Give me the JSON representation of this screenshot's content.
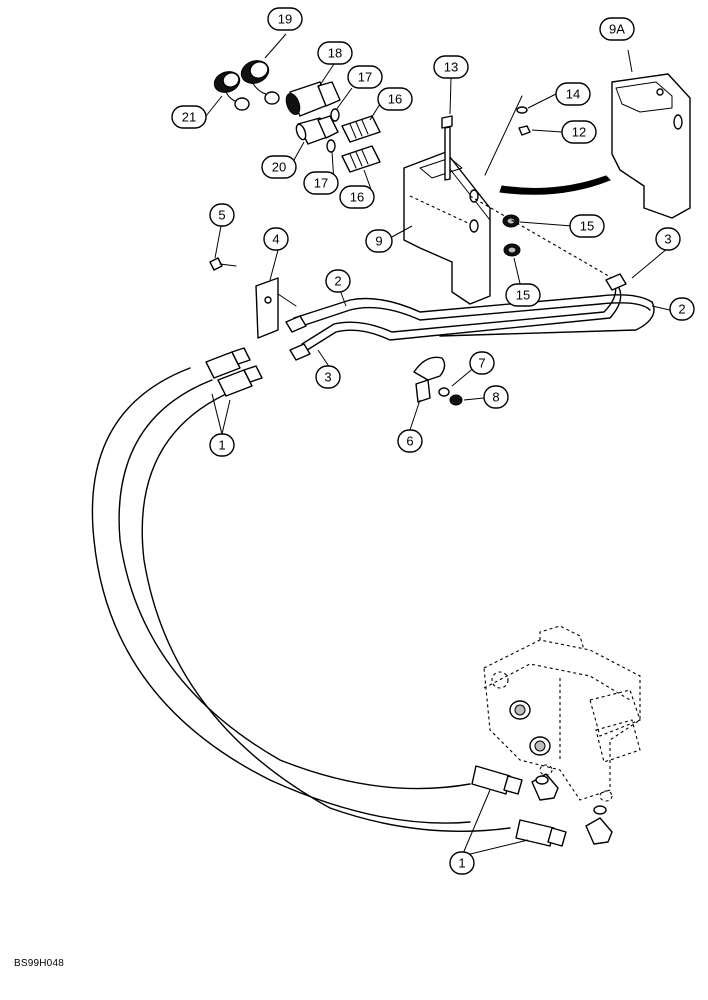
{
  "callouts": {
    "c19": "19",
    "c18": "18",
    "c17a": "17",
    "c16a": "16",
    "c13": "13",
    "c14": "14",
    "c12": "12",
    "c9a": "9A",
    "c21": "21",
    "c20": "20",
    "c17b": "17",
    "c16b": "16",
    "c15a": "15",
    "c15b": "15",
    "c9": "9",
    "c5": "5",
    "c4": "4",
    "c2a": "2",
    "c3a": "3",
    "c2b": "2",
    "c3b": "3",
    "c7": "7",
    "c8": "8",
    "c6": "6",
    "c1a": "1",
    "c1b": "1"
  },
  "figure_ref": "BS99H048"
}
